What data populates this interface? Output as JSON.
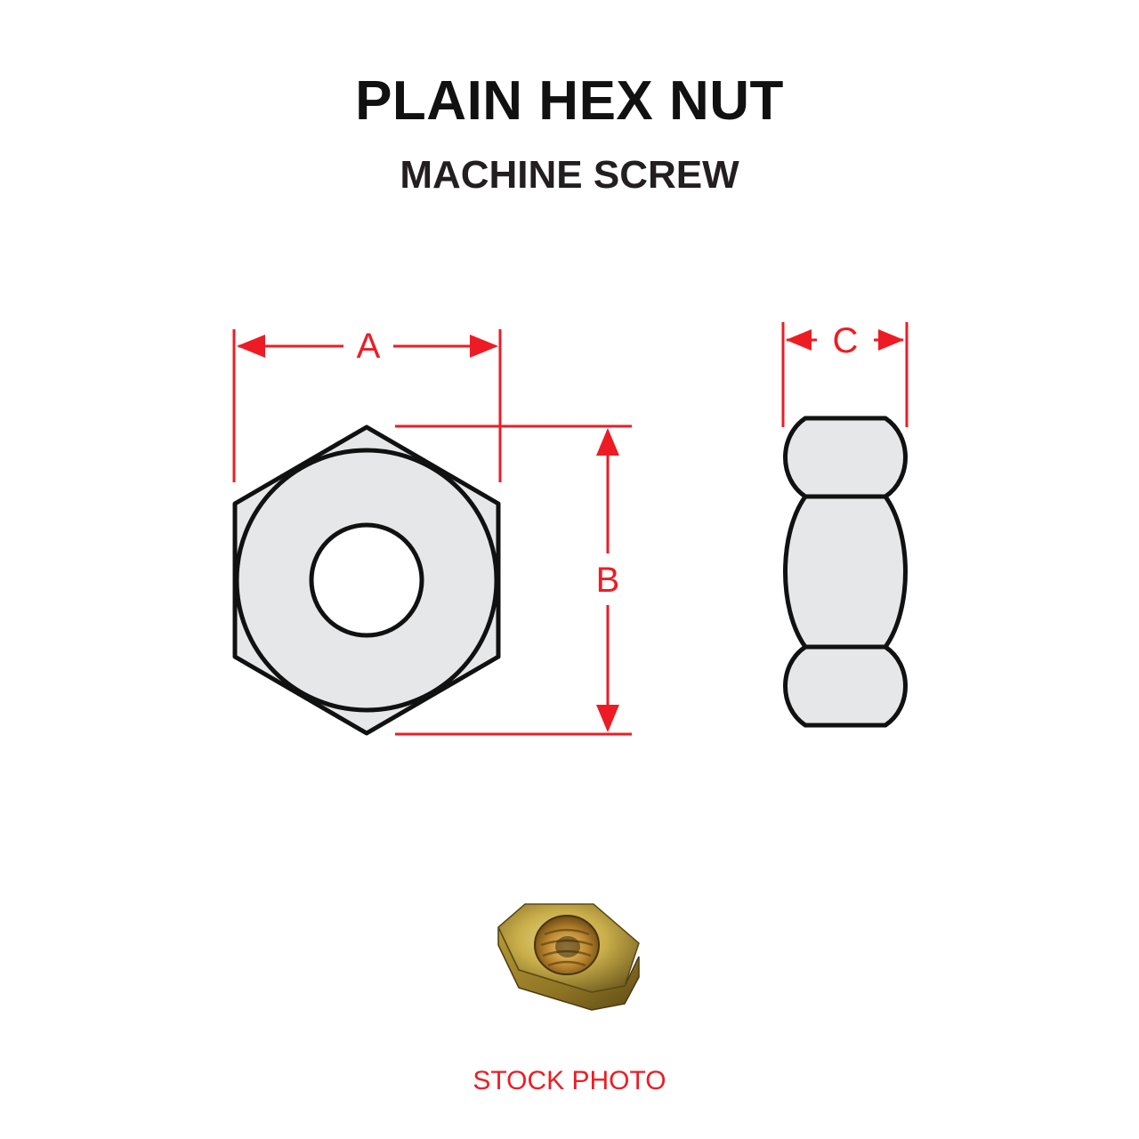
{
  "header": {
    "title": "PLAIN HEX NUT",
    "subtitle": "MACHINE SCREW"
  },
  "dimensions": {
    "width_across_flats": "A",
    "height": "B",
    "thickness": "C"
  },
  "footer": {
    "caption": "STOCK PHOTO"
  },
  "colors": {
    "dimension": "#ed1c24",
    "outline": "#111111",
    "fill": "#e6e7e8",
    "caption": "#ed1c24"
  },
  "icons": {
    "front": "hex-nut-front-view",
    "side": "hex-nut-side-view",
    "photo": "hex-nut-stock-photo"
  }
}
